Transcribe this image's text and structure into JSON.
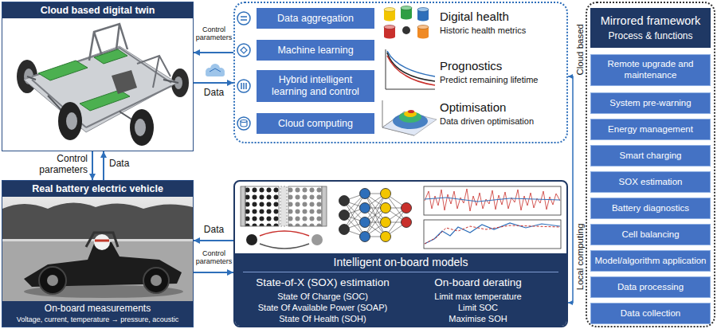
{
  "diagram": {
    "nodes": [
      {
        "text": [
          "Cloud based digital twin"
        ]
      },
      {
        "text": []
      },
      {
        "text": [
          "Data aggregation"
        ],
        "in": 1
      },
      {
        "text": [
          "Machine learning"
        ],
        "in": 1
      },
      {
        "text": [
          "Hybrid intelligent learning and control"
        ],
        "in": 1
      },
      {
        "text": [
          "Cloud computing"
        ],
        "in": 1
      },
      {
        "text": []
      },
      {
        "text": [
          "Mirrored framework",
          "Process & functions"
        ],
        "in": 6
      },
      {
        "text": [
          "Remote upgrade and maintenance"
        ],
        "in": 6
      },
      {
        "text": [
          "System pre-warning"
        ],
        "in": 6
      },
      {
        "text": [
          "Energy management"
        ],
        "in": 6
      },
      {
        "text": [
          "Smart charging"
        ],
        "in": 6
      },
      {
        "text": [
          "SOX estimation"
        ],
        "in": 6
      },
      {
        "text": [
          "Battery diagnostics"
        ],
        "in": 6
      },
      {
        "text": [
          "Cell balancing"
        ],
        "in": 6
      },
      {
        "text": [
          "Model/algorithm application"
        ],
        "in": 6
      },
      {
        "text": [
          "Data processing"
        ],
        "in": 6
      },
      {
        "text": [
          "Data collection"
        ],
        "in": 6
      },
      {
        "text": [
          "Real battery electric vehicle",
          "On-board measurements",
          "Voltage, current, temperature → pressure, acoustic"
        ]
      },
      {
        "text": [
          "Intelligent on-board models",
          "State-of-X (SOX) estimation",
          "State Of Charge (SOC)",
          "State Of Available Power (SOAP)",
          "State Of Health (SOH)",
          "On-board derating",
          "Limit max temperature",
          "Limit SOC",
          "Maximise SOH"
        ]
      }
    ],
    "edges": [
      {
        "from": 0,
        "to": 18,
        "label": "Control parameters",
        "arrow": "to"
      },
      {
        "from": 18,
        "to": 0,
        "label": "Data",
        "arrow": "to"
      },
      {
        "from": 1,
        "to": 0,
        "label": "Control parameters",
        "arrow": "to"
      },
      {
        "from": 0,
        "to": 1,
        "label": "Data",
        "arrow": "to"
      },
      {
        "from": 19,
        "to": 18,
        "label": "Data",
        "arrow": "to"
      },
      {
        "from": 18,
        "to": 19,
        "label": "Control parameters",
        "arrow": "to"
      },
      {
        "from": 1,
        "to": 19,
        "arrow": "both"
      }
    ],
    "labels": [
      "Digital health",
      "Historic health metrics",
      "Prognostics",
      "Predict remaining lifetime",
      "Optimisation",
      "Data driven optimisation",
      "Cloud based",
      "Local computing"
    ]
  }
}
